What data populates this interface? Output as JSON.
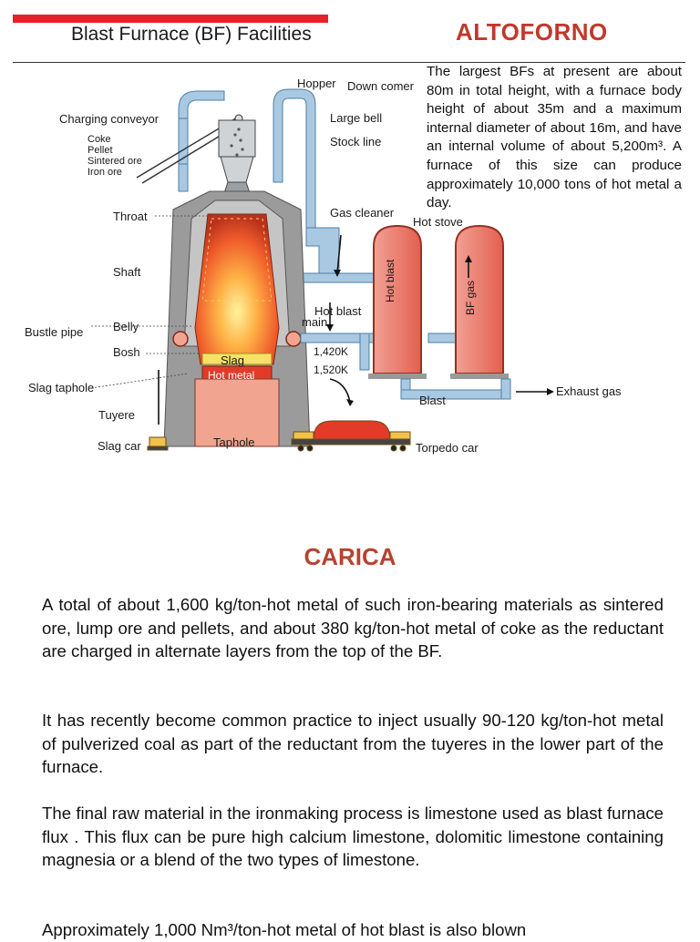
{
  "header": {
    "title": "Blast Furnace (BF) Facilities",
    "heading": "ALTOFORNO"
  },
  "intro": "The largest BFs at present are about 80m in total height, with a furnace body height of about 35m and a maximum internal diameter of about 16m, and have an internal volume of about 5,200m³. A furnace of this size can produce approximately 10,000 tons of hot metal a day.",
  "diagram": {
    "labels": {
      "hopper": "Hopper",
      "down_comer": "Down comer",
      "charging_conveyor": "Charging conveyor",
      "coke": "Coke",
      "pellet": "Pellet",
      "sintered_ore": "Sintered ore",
      "iron_ore": "Iron ore",
      "large_bell": "Large bell",
      "stock_line": "Stock line",
      "throat": "Throat",
      "gas_cleaner": "Gas cleaner",
      "hot_stove": "Hot stove",
      "shaft": "Shaft",
      "hot_blast": "Hot blast",
      "bf_gas": "BF gas",
      "hot_blast_main_1": "Hot blast",
      "hot_blast_main_2": "main",
      "bustle_pipe": "Bustle pipe",
      "belly": "Belly",
      "bosh": "Bosh",
      "slag": "Slag",
      "temp_1": "1,420K",
      "hot_metal": "Hot metal",
      "temp_2": "1,520K",
      "slag_taphole": "Slag taphole",
      "exhaust_gas": "Exhaust gas",
      "blast": "Blast",
      "tuyere": "Tuyere",
      "slag_car": "Slag car",
      "taphole": "Taphole",
      "torpedo_car": "Torpedo car"
    }
  },
  "section": {
    "heading": "CARICA",
    "paragraphs": [
      "A total of about 1,600 kg/ton-hot metal of such iron-bearing materials as sintered ore, lump ore and pellets, and about 380 kg/ton-hot metal of coke as the reductant are charged in alternate layers from the top of the BF.",
      "It has recently become common practice to inject usually 90-120 kg/ton-hot metal of pulverized coal as part of the reductant from the tuyeres in the lower part of the furnace.",
      "The final raw material in the ironmaking process is limestone used as blast furnace flux . This flux can be pure high calcium limestone, dolomitic limestone containing magnesia or a blend of the two types of limestone.",
      "Approximately 1,000 Nm³/ton-hot metal of hot blast is also blown"
    ]
  },
  "colors": {
    "accent_red": "#e8202a",
    "heading_red": "#c0392b",
    "pipe_blue": "#a9c9e2",
    "furnace_gray": "#8f8f8f",
    "stove_red": "#ee7b6d"
  }
}
